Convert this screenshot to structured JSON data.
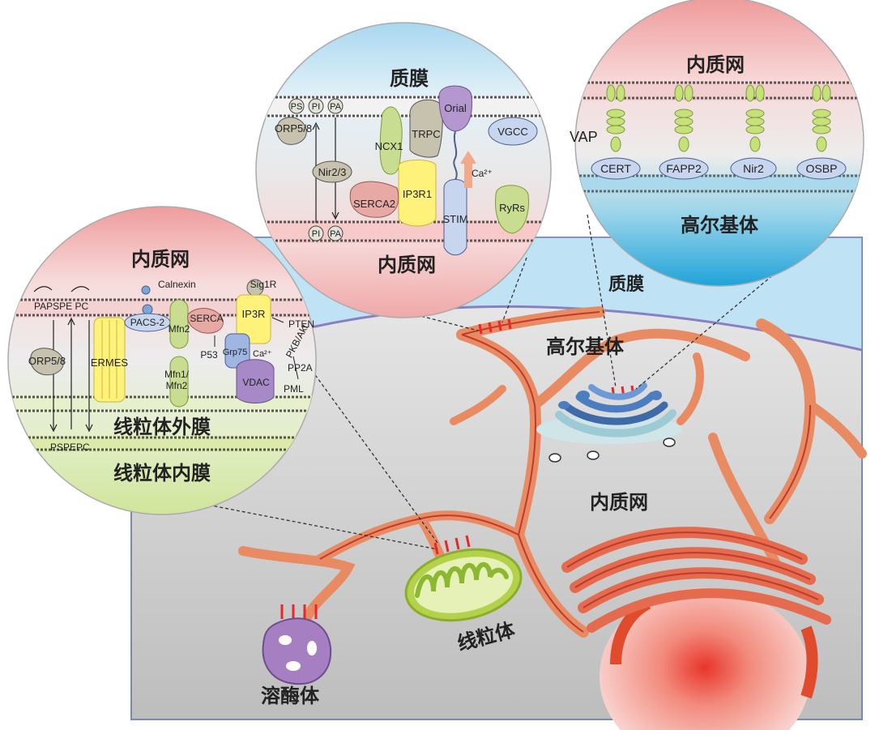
{
  "main": {
    "plasma_membrane": "质膜",
    "golgi": "高尔基体",
    "er": "内质网",
    "mitochondrion": "线粒体",
    "lysosome": "溶酶体"
  },
  "pm_panel": {
    "title_top": "质膜",
    "title_bottom": "内质网",
    "lipids_top": [
      "PS",
      "PI",
      "PA"
    ],
    "lipids_bottom": [
      "PI",
      "PA"
    ],
    "proteins": {
      "orp": "ORP5/8",
      "nir": "Nir2/3",
      "ncx": "NCX1",
      "trpc": "TRPC",
      "orai": "Orial",
      "vgcc": "VGCC",
      "ip3r": "IP3R1",
      "serca": "SERCA2",
      "stim": "STIM",
      "ryr": "RyRs",
      "ca": "Ca²⁺"
    }
  },
  "golgi_panel": {
    "title_top": "内质网",
    "title_bottom": "高尔基体",
    "vap": "VAP",
    "proteins": [
      "CERT",
      "FAPP2",
      "Nir2",
      "OSBP"
    ]
  },
  "mito_panel": {
    "title_top": "内质网",
    "title_outer": "线粒体外膜",
    "title_inner": "线粒体内膜",
    "lipids_top": "PAPSPE PC",
    "lipids_bottom": "PSPEPC",
    "proteins": {
      "calnexin": "Calnexin",
      "sig1r": "Sig1R",
      "ip3r": "IP3R",
      "pacs": "PACS-2",
      "mfn2": "Mfn2",
      "serca": "SERCA",
      "pten": "PTEN",
      "orp": "ORP5/8",
      "ermes": "ERMES",
      "p53": "P53",
      "grp75": "Grp75",
      "ca": "Ca²⁺",
      "pkb": "PKB/Akt",
      "pp2a": "PP2A",
      "mfn12": "Mfn1/",
      "mfn12b": "Mfn2",
      "vdac": "VDAC",
      "pml": "PML"
    }
  }
}
